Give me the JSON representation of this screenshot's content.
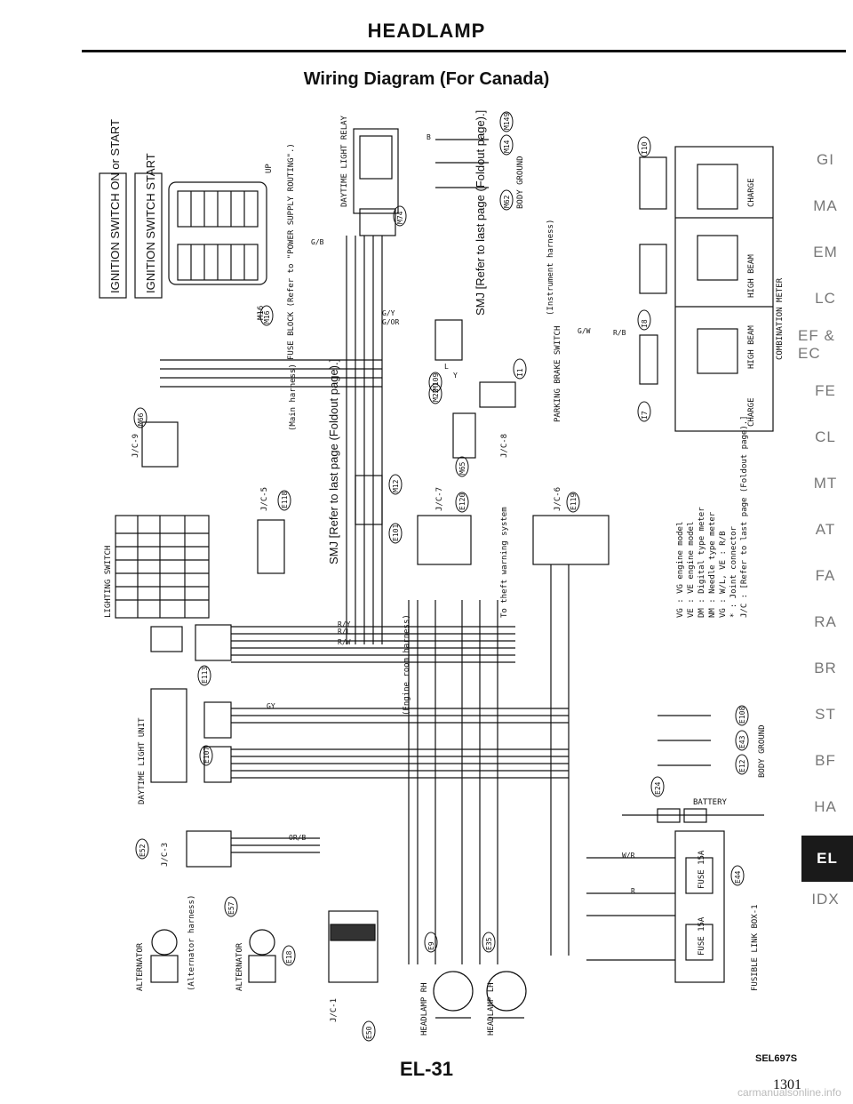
{
  "header": {
    "title": "HEADLAMP",
    "subtitle": "Wiring Diagram (For Canada)"
  },
  "components": {
    "ign_on": "IGNITION SWITCH ON or START",
    "ign_start": "IGNITION SWITCH START",
    "fuse_block": "FUSE BLOCK (Refer to \"POWER SUPPLY ROUTING\".)",
    "fuse_id": "M16",
    "dtl_relay": "DAYTIME LIGHT RELAY",
    "up": "UP",
    "body_ground": "BODY GROUND",
    "smj": "SMJ [Refer to last page (Foldout page).]",
    "instr_harness": "(Instrument harness)",
    "combo_meter": "COMBINATION METER",
    "charge": "CHARGE",
    "high_beam": "HIGH BEAM",
    "parking_brake": "PARKING BRAKE SWITCH",
    "main_harness": "(Main harness)",
    "jc9": "J/C-9",
    "jc8": "J/C-8",
    "jc7": "J/C-7",
    "jc6": "J/C-6",
    "jc5": "J/C-5",
    "jc3": "J/C-3",
    "jc1": "J/C-1",
    "lighting_switch": "LIGHTING SWITCH",
    "theft": "To theft warning system",
    "engine_room": "(Engine room harness)",
    "dtl_unit": "DAYTIME LIGHT UNIT",
    "battery": "BATTERY",
    "fusible_link": "FUSIBLE LINK BOX-1",
    "fuse": "FUSE 15A",
    "alternator": "ALTERNATOR",
    "alt_harness": "(Alternator harness)",
    "headlamp_rh": "HEADLAMP RH",
    "headlamp_lh": "HEADLAMP LH"
  },
  "legend": [
    "VG : VG engine model",
    "VE : VE engine model",
    "DM : Digital type meter",
    "NM : Needle type meter",
    "VG : W/L, VE : R/B",
    "* : Joint connector",
    "J/C : [Refer to last page (Foldout page).]"
  ],
  "connectors": [
    "M16",
    "M14",
    "M62",
    "M149",
    "M74",
    "M22",
    "M109",
    "I1",
    "I7",
    "I8",
    "I10",
    "M66",
    "M65",
    "M12",
    "E101",
    "E120",
    "E118",
    "E119",
    "E113",
    "E107",
    "E52",
    "E57",
    "E18",
    "E9",
    "E35",
    "E50",
    "E24",
    "E44",
    "E108",
    "E12",
    "E43"
  ],
  "wires": [
    "G/B",
    "B",
    "G/Y",
    "G/OR",
    "G/W",
    "R/B",
    "R/W",
    "R/L",
    "R/Y",
    "OR/B",
    "W/R",
    "GY",
    "R",
    "L",
    "Y"
  ],
  "sidebar": [
    "GI",
    "MA",
    "EM",
    "LC",
    "EF & EC",
    "FE",
    "CL",
    "MT",
    "AT",
    "FA",
    "RA",
    "BR",
    "ST",
    "BF",
    "HA",
    "EL",
    "IDX"
  ],
  "active_section": "EL",
  "footer": {
    "page": "EL-31",
    "code": "SEL697S",
    "print_page": "1301",
    "watermark": "carmanualsonline.info"
  }
}
